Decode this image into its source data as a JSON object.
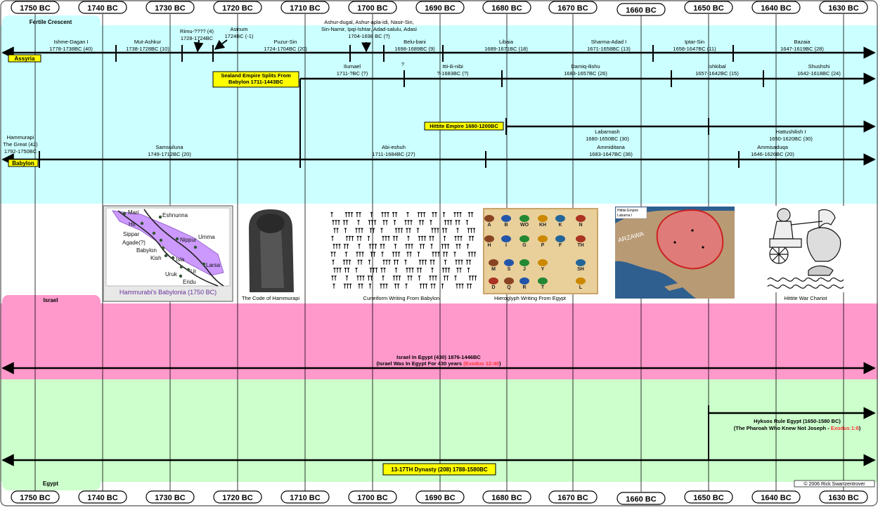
{
  "years": [
    "1750 BC",
    "1740 BC",
    "1730 BC",
    "1720 BC",
    "1710 BC",
    "1700 BC",
    "1690 BC",
    "1680 BC",
    "1670 BC",
    "1660 BC",
    "1650 BC",
    "1640 BC",
    "1630 BC"
  ],
  "sections": {
    "fertile_crescent": "Fertile Crescent",
    "israel": "Israel",
    "egypt": "Egypt"
  },
  "copyright": "© 2006 Rick Swartzentrover",
  "assyria": {
    "tag": "Assyria",
    "kings": [
      {
        "lines": [
          "Ishme-Dagan I",
          "1778-1738BC (40)"
        ]
      },
      {
        "lines": [
          "Mut-Ashkur",
          "1738-1728BC (10)"
        ]
      },
      {
        "lines": [
          "Rimu-???? (4)",
          "1728-1724BC"
        ]
      },
      {
        "lines": [
          "Asinum",
          "1724BC (-1)"
        ]
      },
      {
        "lines": [
          "Puzur-Sin",
          "1724-1704BC (20)"
        ]
      },
      {
        "lines": [
          "Ashur-dugal, Ashur-apla-idi, Nasir-Sin,",
          "Sin-Namir, Ipqi-Ishtar, Adad-salulu, Adasi",
          "1704-1698 BC (?)"
        ]
      },
      {
        "lines": [
          "Belu-bani",
          "1698-1689BC (9)"
        ]
      },
      {
        "lines": [
          "Libaia",
          "1689-1671BC (18)"
        ]
      },
      {
        "lines": [
          "Sharma-Adad I",
          "1671-1658BC (13)"
        ]
      },
      {
        "lines": [
          "Iptar-Sin",
          "1658-1647BC (11)"
        ]
      },
      {
        "lines": [
          "Bazaia",
          "1647-1619BC (28)"
        ]
      }
    ]
  },
  "sealand": {
    "tag_lines": [
      "Sealand Empire Splits From",
      "Babylon 1711-1443BC"
    ],
    "kings": [
      {
        "lines": [
          "Ilumael",
          "1711-?BC (?)"
        ]
      },
      {
        "lines": [
          "?"
        ]
      },
      {
        "lines": [
          "Itti-ili-nibi",
          "?-1683BC (?)"
        ]
      },
      {
        "lines": [
          "Damiq-ilishu",
          "1683-1657BC (26)"
        ]
      },
      {
        "lines": [
          "Ishkibal",
          "1657-1642BC (15)"
        ]
      },
      {
        "lines": [
          "Shushshi",
          "1642-1618BC (24)"
        ]
      }
    ]
  },
  "hittite": {
    "tag": "Hittite Empire 1680-1200BC",
    "kings": [
      {
        "lines": [
          "Labarnash",
          "1680-1650BC (30)"
        ]
      },
      {
        "lines": [
          "Hattushilish I",
          "1650-1620BC (30)"
        ]
      }
    ]
  },
  "babylon": {
    "tag": "Babylon",
    "kings": [
      {
        "lines": [
          "Hammurapi",
          "The Great (42)",
          "1792-1750BC"
        ]
      },
      {
        "lines": [
          "Samsuiluna",
          "1749-1712BC (20)"
        ]
      },
      {
        "lines": [
          "Abi-eshuh",
          "1711-1684BC (27)"
        ]
      },
      {
        "lines": [
          "Ammiditana",
          "1683-1647BC (36)"
        ]
      },
      {
        "lines": [
          "Ammisaduqa",
          "1646-1626BC (20)"
        ]
      }
    ]
  },
  "images": {
    "map": {
      "caption": "Hammurabi's Babylonia (1750 BC)",
      "cities": [
        "Mari",
        "Eshnunna",
        "Hit",
        "Sippar",
        "Agade(?)",
        "Nippur",
        "Babylon",
        "Umma",
        "Kish",
        "Isla",
        "Larsa",
        "Uruk",
        "Ur",
        "Eridu"
      ]
    },
    "code": {
      "caption": "The Code of Hammurapi"
    },
    "cuneiform": {
      "caption": "Cuneiform Writing From Babylon"
    },
    "hieroglyph": {
      "caption": "Hieroglyph Writing From Egypt",
      "letters": [
        "A",
        "B",
        "WO",
        "KH",
        "K",
        "N",
        "H",
        "I",
        "G",
        "P",
        "F",
        "TH",
        "M",
        "S",
        "J",
        "Y",
        "SH",
        "D",
        "Q",
        "R",
        "T",
        "L"
      ]
    },
    "hittite_map": {
      "title_lines": [
        "Hittite Empire",
        "Labarna I"
      ],
      "label": "ARZAWA"
    },
    "chariot": {
      "caption": "Hittite War Chariot"
    }
  },
  "israel_span": {
    "label": "Israel In Egypt (430) 1876-1446BC",
    "note_prefix": "(Israel Was In Egypt For 430 years ",
    "note_ref": "(Exodus 12:40",
    "note_suffix": ")"
  },
  "hyksos": {
    "title": "Hyksos Rule Egypt (1650-1580 BC)",
    "note_prefix": "(The Pharoah Who Knew Not Joseph - ",
    "note_ref": "Exodus 1:8",
    "note_suffix": ")"
  },
  "dynasty": {
    "tag": "13-17TH Dynasty (208) 1788-1580BC"
  },
  "colors": {
    "crescent": "#ccffff",
    "israel": "#ff99cc",
    "egypt": "#ccffcc",
    "tag": "#ffff00",
    "reference": "#ff3333"
  }
}
